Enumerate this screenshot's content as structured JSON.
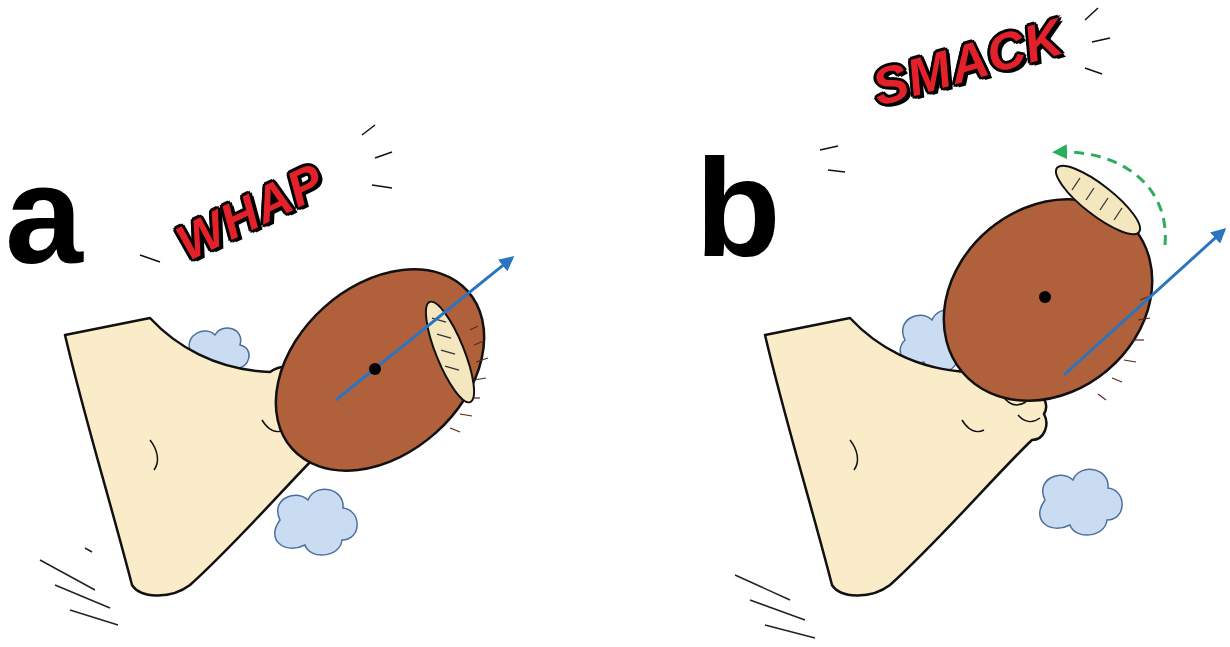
{
  "diagram": {
    "labels": [
      "a",
      "WHAP",
      "b",
      "SMACK"
    ]
  }
}
